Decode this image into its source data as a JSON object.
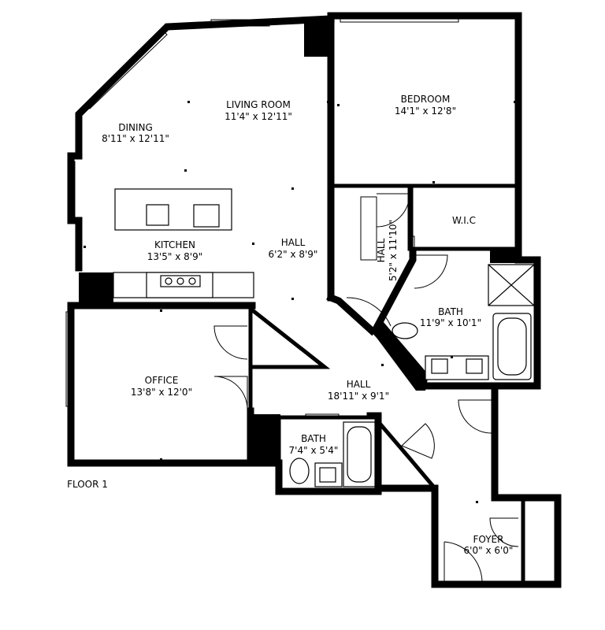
{
  "floor_label": "FLOOR 1",
  "rooms": {
    "dining": {
      "name": "DINING",
      "dims": "8'11\" x 12'11\""
    },
    "living_room": {
      "name": "LIVING ROOM",
      "dims": "11'4\" x 12'11\""
    },
    "bedroom": {
      "name": "BEDROOM",
      "dims": "14'1\" x 12'8\""
    },
    "kitchen": {
      "name": "KITCHEN",
      "dims": "13'5\" x 8'9\""
    },
    "hall_center": {
      "name": "HALL",
      "dims": "6'2\" x 8'9\""
    },
    "wic": {
      "name": "W.I.C",
      "dims": ""
    },
    "hall_vertical": {
      "name": "HALL",
      "dims": "5'2\" x 11'10\""
    },
    "bath_master": {
      "name": "BATH",
      "dims": "11'9\" x 10'1\""
    },
    "office": {
      "name": "OFFICE",
      "dims": "13'8\" x 12'0\""
    },
    "hall_main": {
      "name": "HALL",
      "dims": "18'11\" x 9'1\""
    },
    "bath_small": {
      "name": "BATH",
      "dims": "7'4\" x 5'4\""
    },
    "foyer": {
      "name": "FOYER",
      "dims": "6'0\" x 6'0\""
    }
  }
}
